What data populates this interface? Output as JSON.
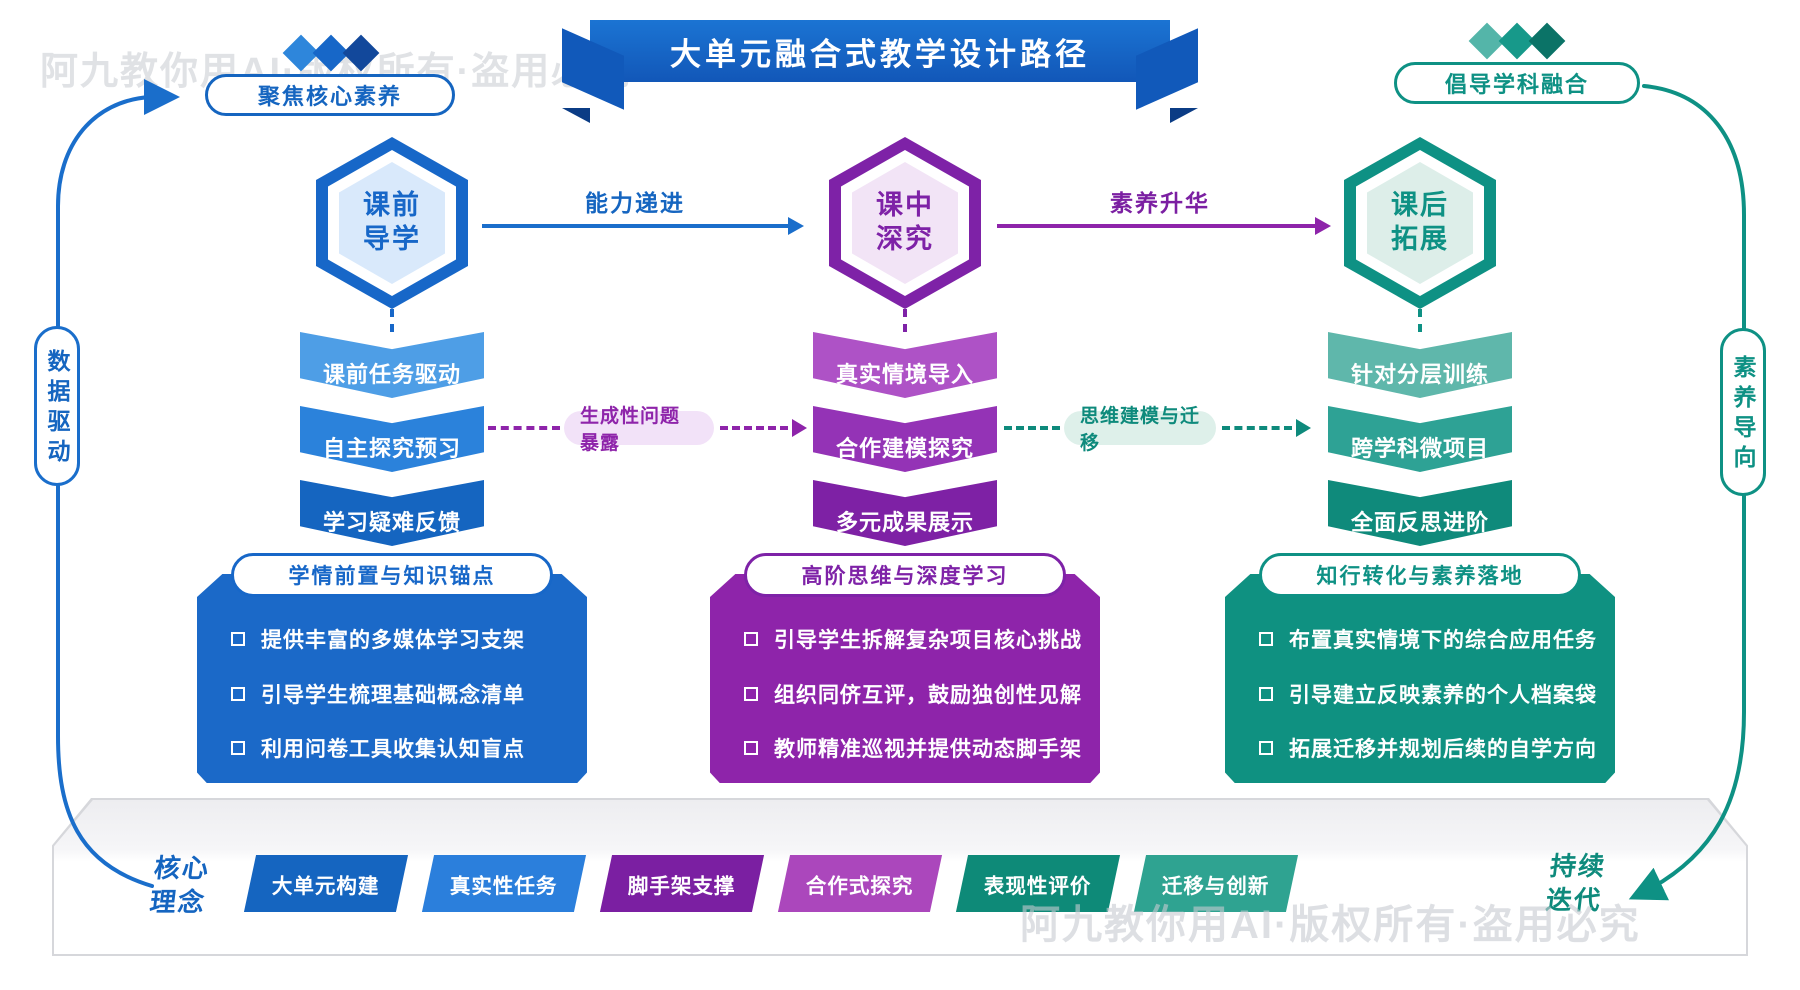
{
  "watermark": "阿九教你用AI·版权所有·盗用必究",
  "header": {
    "title": "大单元融合式教学设计路径",
    "left_badge": {
      "label": "聚焦核心素养",
      "diamond_colors": [
        "#2e86db",
        "#1767c8",
        "#12489b"
      ]
    },
    "right_badge": {
      "label": "倡导学科融合",
      "diamond_colors": [
        "#54b5a9",
        "#17998a",
        "#0b7367"
      ]
    }
  },
  "side_rails": {
    "left": {
      "label": "数据驱动",
      "color": "#1565c0"
    },
    "right": {
      "label": "素养导向",
      "color": "#0e9184"
    }
  },
  "stage_arrows": [
    {
      "label": "能力递进",
      "color": "#1767c8"
    },
    {
      "label": "素养升华",
      "color": "#8e24aa"
    }
  ],
  "cross_links": [
    {
      "label": "生成性问题暴露",
      "color": "#8e24aa",
      "bg": "#f2e2f8"
    },
    {
      "label": "思维建模与迁移",
      "color": "#0e8a7c",
      "bg": "#def0ea"
    }
  ],
  "columns": [
    {
      "hex_line1": "课前",
      "hex_line2": "导学",
      "accent": "#1767c8",
      "steps": [
        "课前任务驱动",
        "自主探究预习",
        "学习疑难反馈"
      ],
      "panel": {
        "title": "学情前置与知识锚点",
        "fill": "#1b69c8",
        "items": [
          "提供丰富的多媒体学习支架",
          "引导学生梳理基础概念清单",
          "利用问卷工具收集认知盲点"
        ]
      }
    },
    {
      "hex_line1": "课中",
      "hex_line2": "深究",
      "accent": "#7e22a7",
      "steps": [
        "真实情境导入",
        "合作建模探究",
        "多元成果展示"
      ],
      "panel": {
        "title": "高阶思维与深度学习",
        "fill": "#8e24aa",
        "items": [
          "引导学生拆解复杂项目核心挑战",
          "组织同侪互评，鼓励独创性见解",
          "教师精准巡视并提供动态脚手架"
        ]
      }
    },
    {
      "hex_line1": "课后",
      "hex_line2": "拓展",
      "accent": "#0e9184",
      "steps": [
        "针对分层训练",
        "跨学科微项目",
        "全面反思进阶"
      ],
      "panel": {
        "title": "知行转化与素养落地",
        "fill": "#0f9181",
        "items": [
          "布置真实情境下的综合应用任务",
          "引导建立反映素养的个人档案袋",
          "拓展迁移并规划后续的自学方向"
        ]
      }
    }
  ],
  "footer": {
    "left_label_line1": "核心",
    "left_label_line2": "理念",
    "right_label_line1": "持续",
    "right_label_line2": "迭代",
    "tags": [
      {
        "label": "大单元构建",
        "color": "#1565c0"
      },
      {
        "label": "真实性任务",
        "color": "#2b7fdc"
      },
      {
        "label": "脚手架支撑",
        "color": "#7b1fa2"
      },
      {
        "label": "合作式探究",
        "color": "#ab47bc"
      },
      {
        "label": "表现性评价",
        "color": "#0e8a78"
      },
      {
        "label": "迁移与创新",
        "color": "#2fa391"
      }
    ]
  }
}
